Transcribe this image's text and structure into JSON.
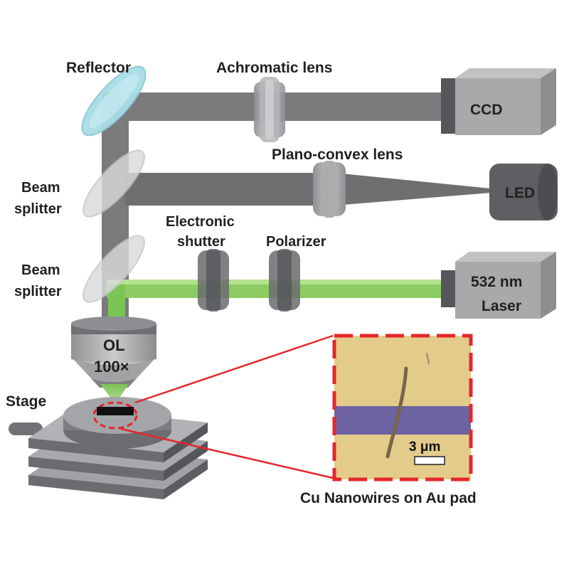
{
  "labels": {
    "reflector": "Reflector",
    "achromatic_lens": "Achromatic lens",
    "ccd": "CCD",
    "plano_convex_lens": "Plano-convex lens",
    "led": "LED",
    "beam_splitter_top_line1": "Beam",
    "beam_splitter_top_line2": "splitter",
    "beam_splitter_bottom_line1": "Beam",
    "beam_splitter_bottom_line2": "splitter",
    "electronic_shutter_line1": "Electronic",
    "electronic_shutter_line2": "shutter",
    "polarizer": "Polarizer",
    "laser_line1": "532 nm",
    "laser_line2": "Laser",
    "objective_line1": "OL",
    "objective_line2": "100×",
    "stage": "Stage",
    "scale_bar": "3 μm",
    "inset_caption": "Cu Nanowires on Au pad"
  },
  "colors": {
    "beam_gray": "#7b7b7d",
    "laser_green": "#86c95a",
    "device_gray": "#a7a9ab",
    "device_dark": "#606163",
    "reflector_cyan": "#a8dde6",
    "splitter_gray": "#d6d7d9",
    "au_pad": "#e3cb8a",
    "electrode_purple": "#6d62a2",
    "inset_border_red": "#e5262b"
  }
}
